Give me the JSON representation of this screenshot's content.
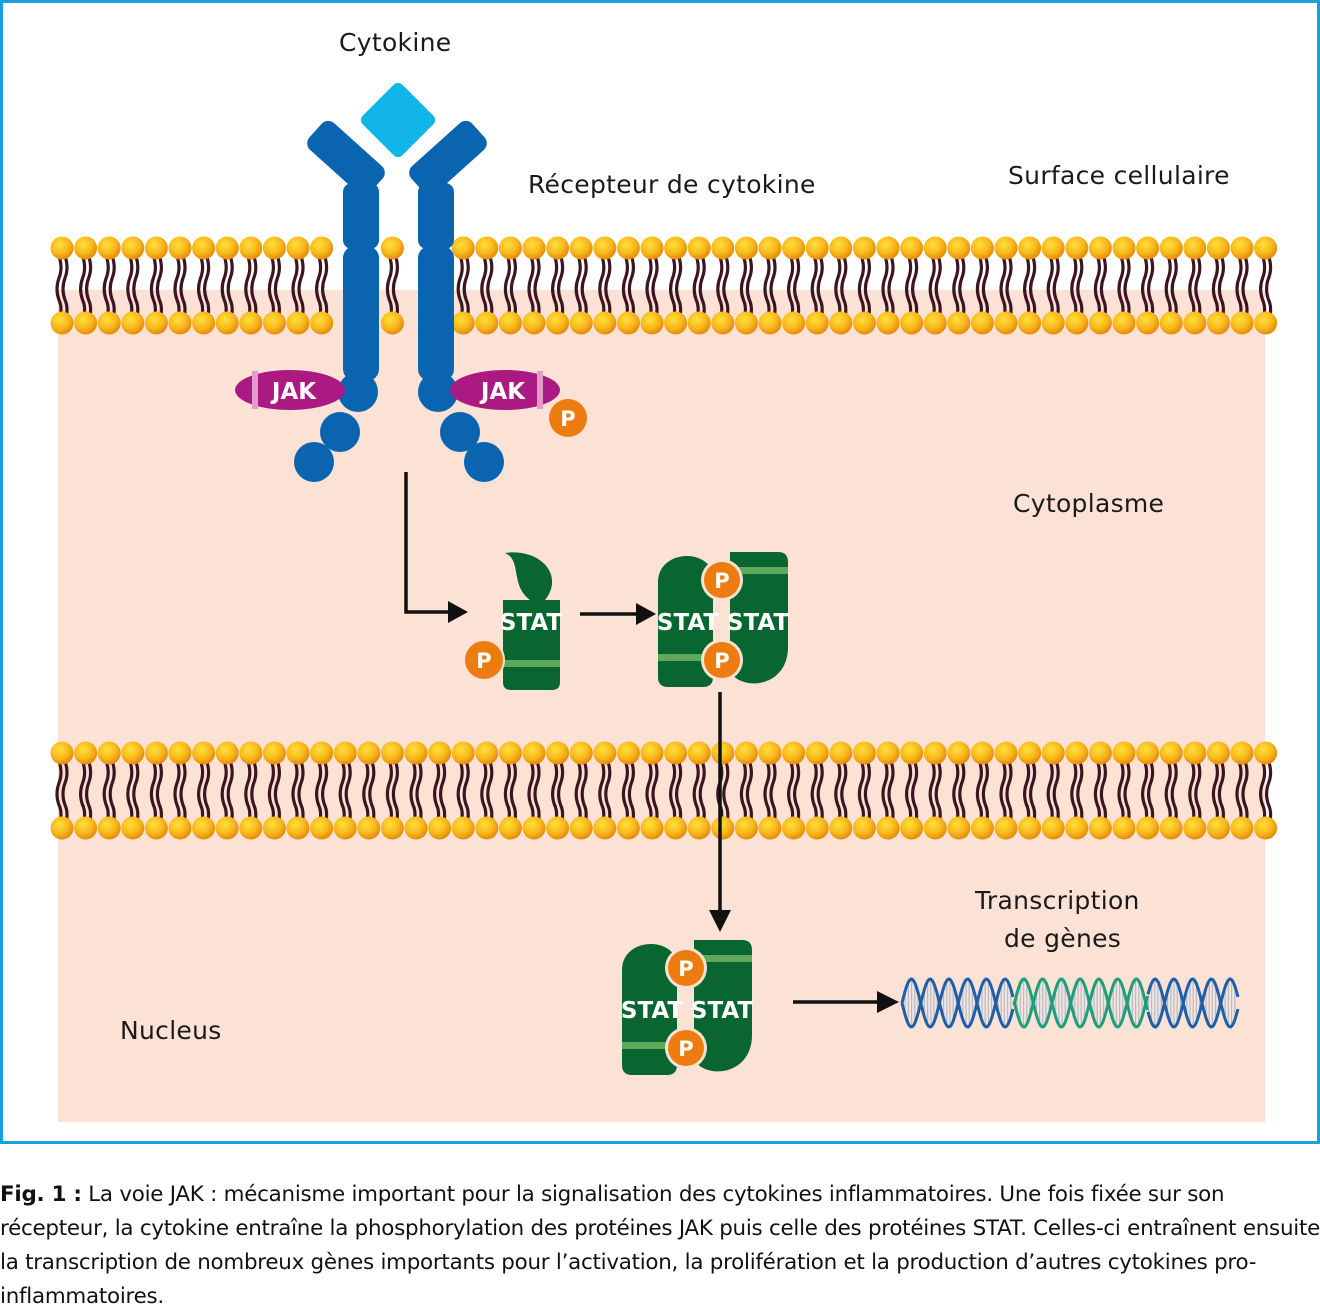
{
  "labels": {
    "cytokine": "Cytokine",
    "receptor": "Récepteur de cytokine",
    "surface": "Surface cellulaire",
    "cytoplasm": "Cytoplasme",
    "transcription_line1": "Transcription",
    "transcription_line2": "de gènes",
    "nucleus": "Nucleus"
  },
  "molecules": {
    "jak": "JAK",
    "stat": "STAT",
    "phosphate": "P"
  },
  "colors": {
    "frame_border": "#1aa0dc",
    "cytoplasm_bg": "#fbe2d4",
    "receptor_blue": "#0a64b0",
    "cytokine_cyan": "#12b5e8",
    "jak_magenta": "#ab1a82",
    "stat_green": "#0a6631",
    "stat_band": "#5fa85a",
    "phosphate_orange": "#ec7c0f",
    "lipid_head": "#f7b21a",
    "lipid_tail": "#3d1520",
    "dna_blue": "#1f5fa8",
    "dna_green": "#1e9e7c"
  },
  "caption": {
    "prefix": "Fig. 1 :",
    "text": " La voie JAK : mécanisme important pour la signalisation des cytokines inflammatoires. Une fois fixée sur son récepteur, la cytokine entraîne la phosphorylation des protéines JAK puis celle des protéines STAT. Celles-ci entraînent ensuite la transcription de nombreux gènes importants pour l’activation, la prolifération et la production d’autres cytokines pro-inflammatoires."
  }
}
